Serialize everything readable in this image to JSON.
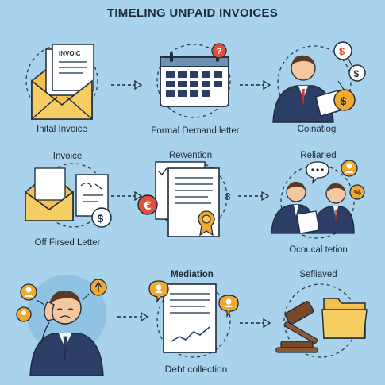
{
  "title": "TIMELING UNPAID INVOICES",
  "steps": [
    {
      "id": "s1",
      "label": "Inital Invoice",
      "inner_text": "INVOIC"
    },
    {
      "id": "s2",
      "label": "Formal Demand letter"
    },
    {
      "id": "s3",
      "label": "Coinatiog"
    },
    {
      "id": "s4",
      "top_label": "Invoice",
      "label": "Off Firsed Letter"
    },
    {
      "id": "s5",
      "top_label": "Rewention",
      "side_mark": "8"
    },
    {
      "id": "s6",
      "top_label": "Reliaried",
      "label": "Ocoucal tetion"
    },
    {
      "id": "s7"
    },
    {
      "id": "s8",
      "top_label": "Mediation",
      "label": "Debt collection"
    },
    {
      "id": "s9",
      "top_label": "Sefliaved"
    }
  ],
  "colors": {
    "background": "#a9d3ec",
    "envelope": "#f2c04e",
    "navy": "#2c3e66",
    "orange": "#f0a830",
    "red_coin": "#e0503a",
    "tie_red": "#d23a2e"
  }
}
